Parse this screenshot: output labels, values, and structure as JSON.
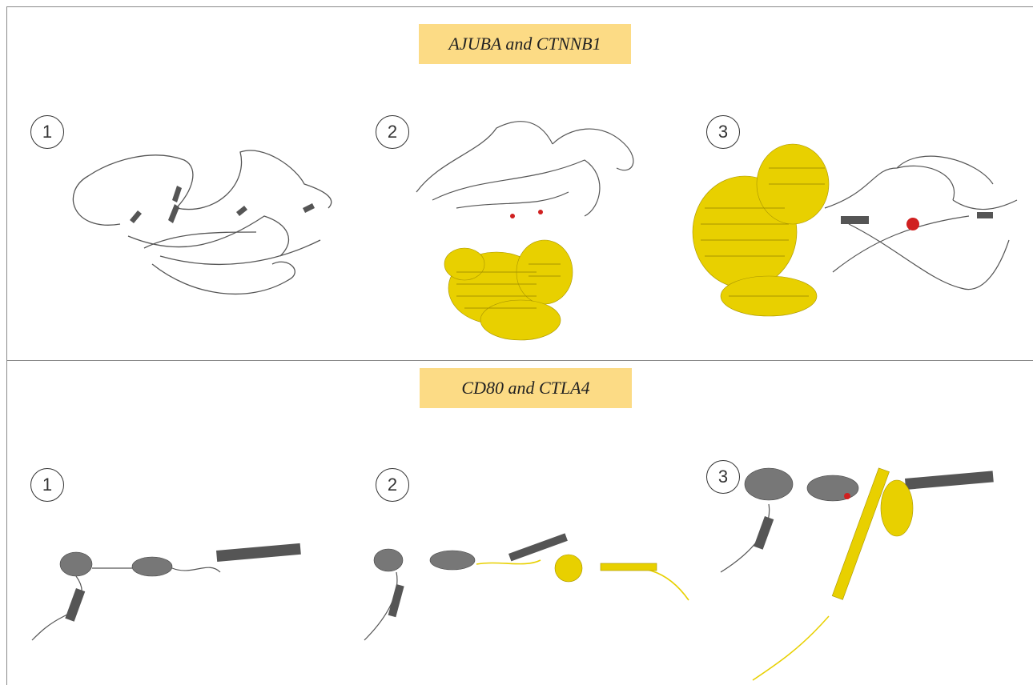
{
  "panels": [
    {
      "title": "AJUBA and CTNNB1",
      "models": [
        {
          "label": "1"
        },
        {
          "label": "2"
        },
        {
          "label": "3"
        }
      ]
    },
    {
      "title": "CD80 and CTLA4",
      "models": [
        {
          "label": "1"
        },
        {
          "label": "2"
        },
        {
          "label": "3"
        }
      ]
    }
  ],
  "colors": {
    "protein_a": "#555555",
    "protein_b": "#e8d000",
    "ligand": "#d02020",
    "title_bg": "#fcdb85",
    "border": "#8a8a8a"
  }
}
